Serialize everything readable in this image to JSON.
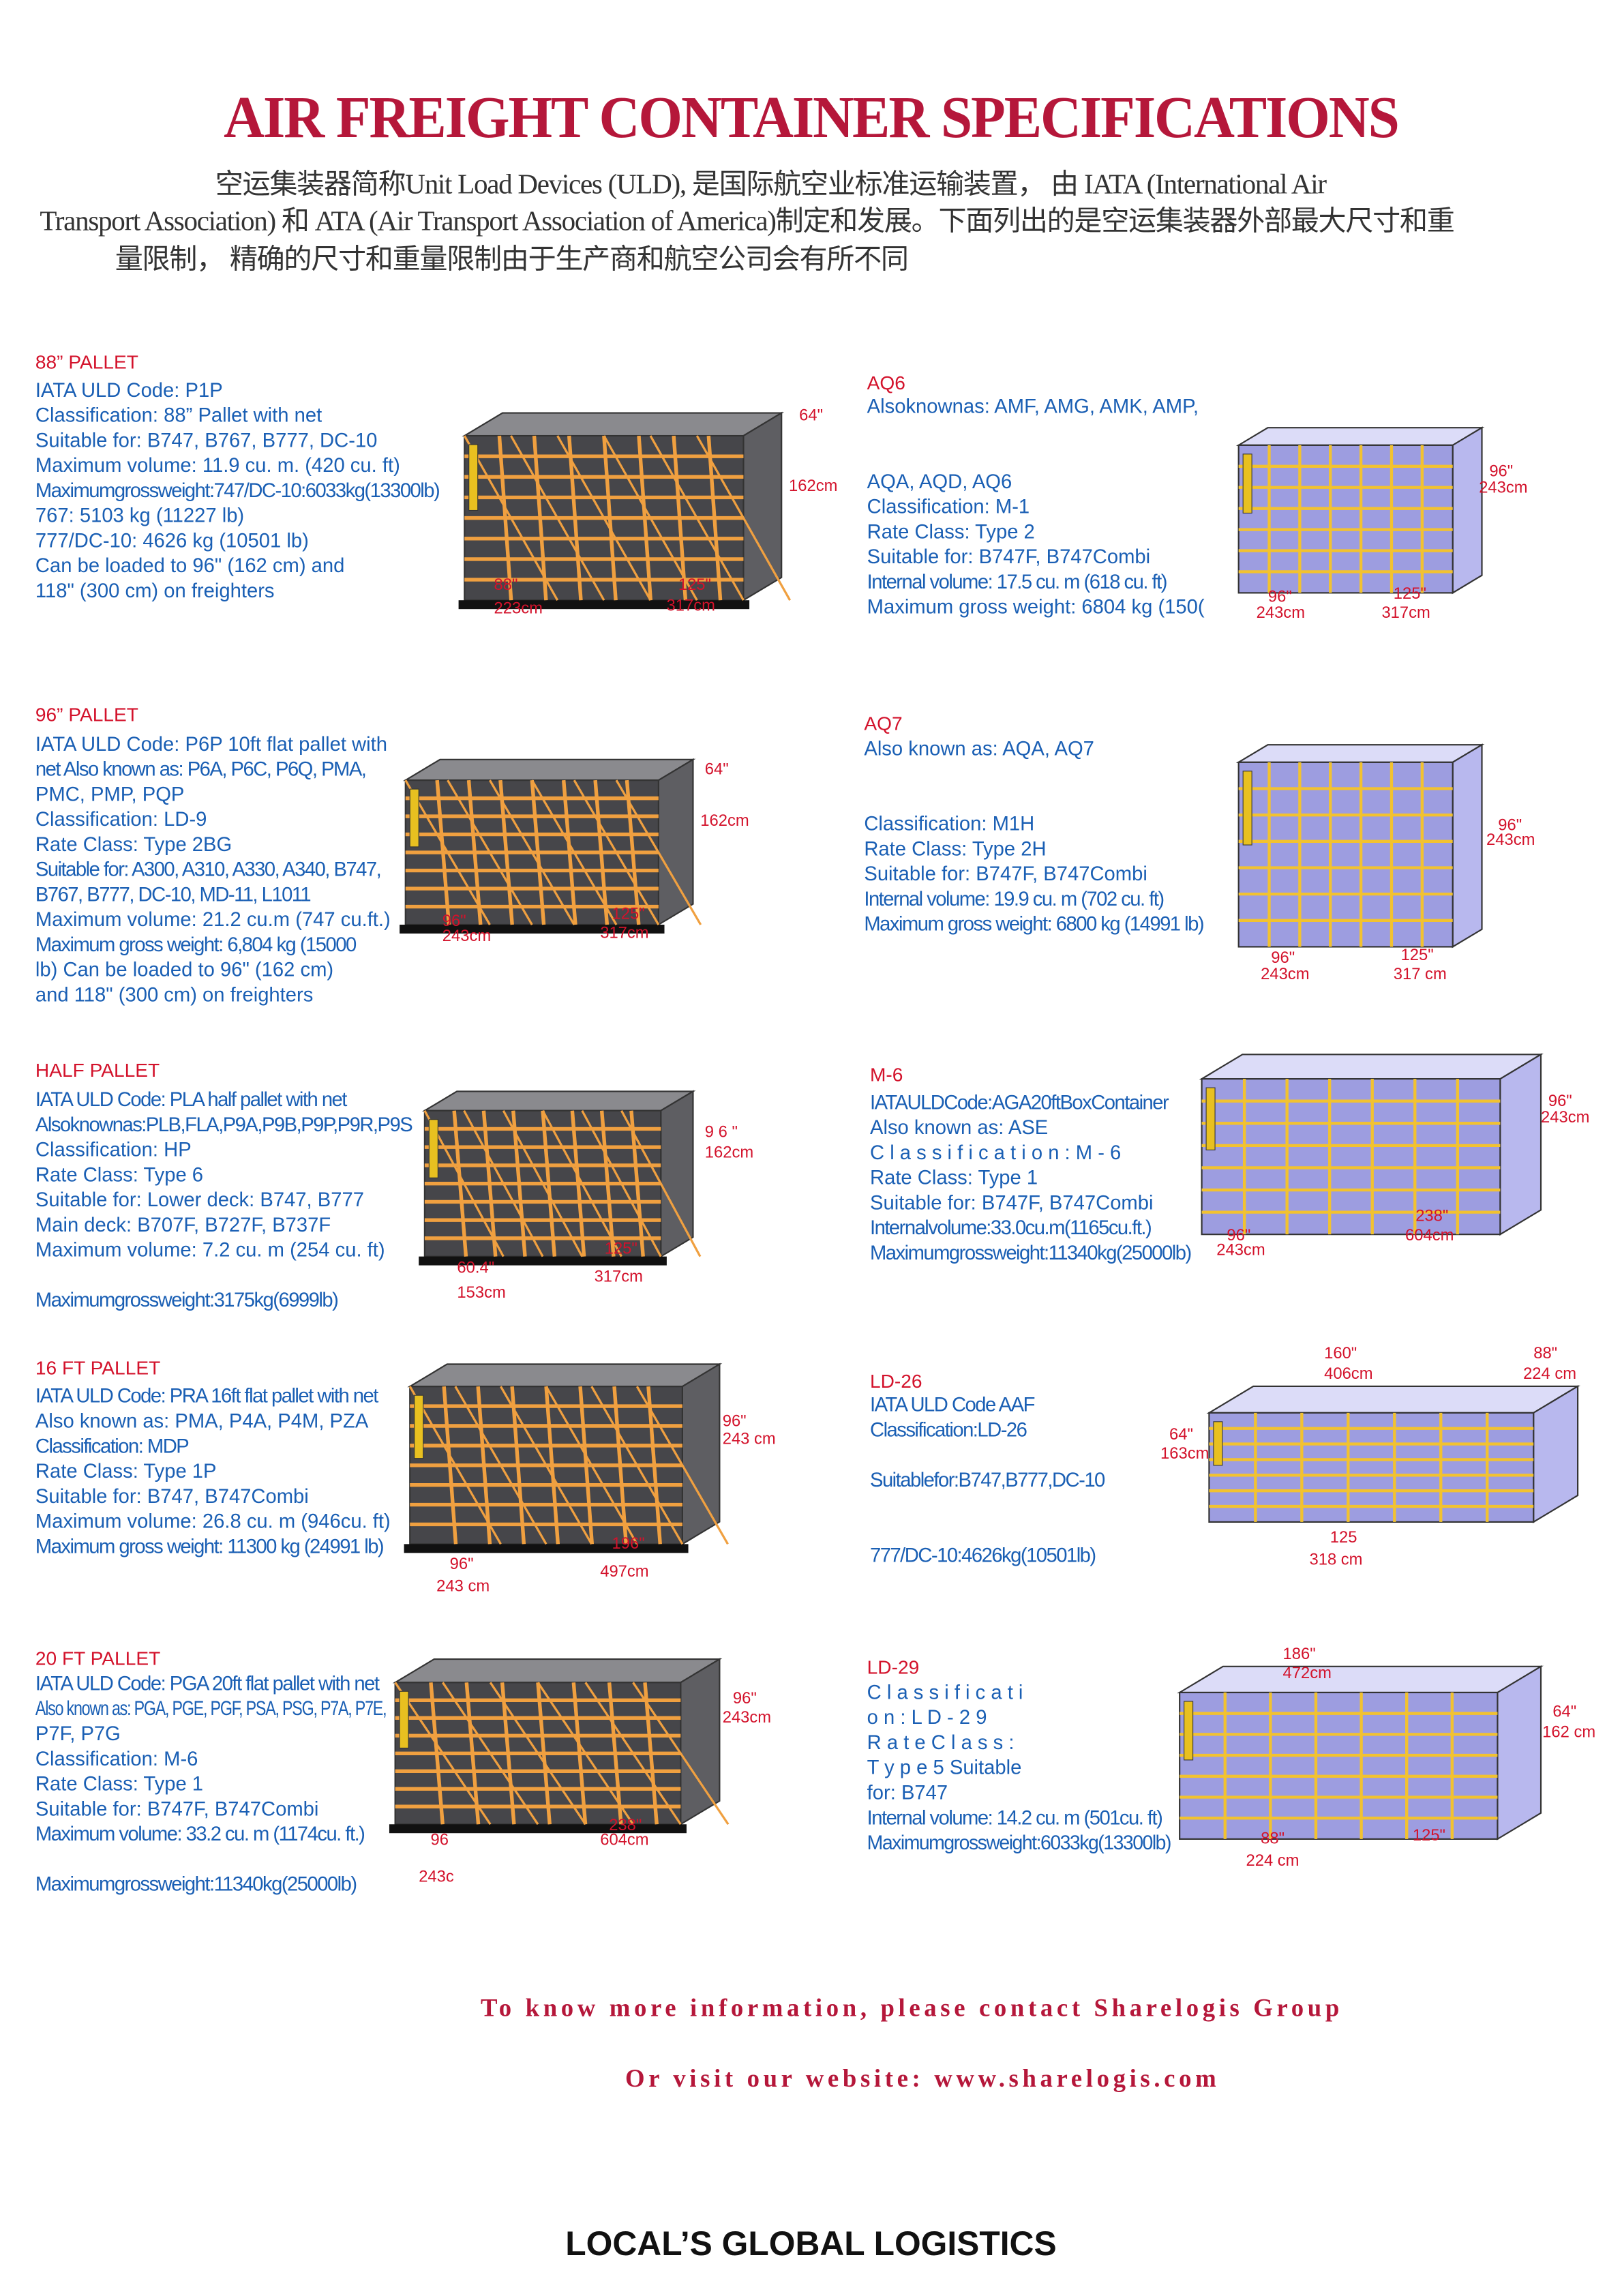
{
  "title": "AIR FREIGHT CONTAINER SPECIFICATIONS",
  "intro": [
    "空运集装器简称Unit Load Devices (ULD), 是国际航空业标准运输装置，  由 IATA (International Air",
    "Transport Association) 和  ATA (Air Transport Association of America)制定和发展。下面列出的是空运集装器外部最大尺寸和重",
    "量限制，  精确的尺寸和重量限制由于生产商和航空公司会有所不同"
  ],
  "colors": {
    "accent": "#b5173a",
    "heading": "#d3122b",
    "text": "#1a5fb4",
    "net_orange": "#f0a040",
    "net_yellow": "#f2c230"
  },
  "sections": [
    {
      "heading": "88” PALLET",
      "kind": "pallet",
      "lines": [
        "IATA ULD Code: P1P",
        "Classification: 88” Pallet with net",
        "Suitable for: B747, B767, B777, DC-10",
        "Maximum volume: 11.9 cu. m. (420 cu. ft)",
        "Maximumgrossweight:747/DC-10:6033kg(13300lb)",
        "767: 5103 kg (11227 lb)",
        "777/DC-10: 4626 kg (10501 lb)",
        "Can be loaded to 96\" (162 cm) and",
        "118\" (300 cm) on freighters"
      ],
      "labels": [
        "64\"",
        "162cm",
        "88\"",
        "223cm",
        "125\"",
        "317cm"
      ]
    },
    {
      "heading": "96” PALLET",
      "kind": "pallet",
      "lines": [
        "IATA ULD Code: P6P 10ft flat pallet with",
        "net Also known as: P6A, P6C, P6Q, PMA,",
        "PMC, PMP, PQP",
        "Classification: LD-9",
        "Rate Class: Type 2BG",
        "Suitable for: A300, A310, A330, A340, B747,",
        "B767, B777, DC-10, MD-11, L1011",
        "Maximum volume: 21.2 cu.m (747 cu.ft.)",
        "Maximum gross weight: 6,804 kg (15000",
        "lb) Can be loaded to 96\" (162 cm)",
        "and 118\" (300 cm) on freighters"
      ],
      "labels": [
        "64\"",
        "162cm",
        "96\"",
        "243cm",
        "125\"",
        "317cm"
      ]
    },
    {
      "heading": "HALF PALLET",
      "kind": "pallet",
      "lines": [
        "IATA ULD Code: PLA half pallet with net",
        "Alsoknownas:PLB,FLA,P9A,P9B,P9P,P9R,P9S",
        "Classification: HP",
        "Rate Class: Type 6",
        "Suitable for: Lower deck: B747, B777",
        "Main deck: B707F, B727F, B737F",
        "Maximum volume: 7.2 cu. m (254 cu. ft)",
        "",
        "   Maximumgrossweight:3175kg(6999lb)"
      ],
      "labels": [
        "9 6 \"",
        "162cm",
        "60.4\"",
        "153cm",
        "125\"",
        "317cm"
      ]
    },
    {
      "heading": "16 FT PALLET",
      "kind": "pallet",
      "lines": [
        "IATA ULD Code: PRA 16ft flat pallet with net",
        "Also known as: PMA, P4A, P4M, PZA",
        "Classification: MDP",
        "Rate Class: Type 1P",
        "Suitable for: B747, B747Combi",
        "Maximum volume: 26.8 cu. m (946cu. ft)",
        "Maximum gross weight: 11300 kg (24991 lb)"
      ],
      "labels": [
        "96\"",
        "243 cm",
        "96\"",
        "243 cm",
        "196\"",
        "497cm"
      ]
    },
    {
      "heading": "20 FT PALLET",
      "kind": "pallet",
      "lines": [
        "IATA ULD Code: PGA 20ft flat pallet with net",
        "Also known as: PGA, PGE, PGF, PSA, PSG, P7A, P7E,",
        "P7F, P7G",
        "Classification: M-6",
        "Rate Class: Type 1",
        "Suitable for: B747F, B747Combi",
        "Maximum volume: 33.2 cu. m (1174cu. ft.)",
        "",
        "Maximumgrossweight:11340kg(25000lb)"
      ],
      "labels": [
        "96\"",
        "243cm",
        "238\"",
        "604cm",
        "243c",
        "96"
      ]
    },
    {
      "heading": "AQ6",
      "kind": "container",
      "lines": [
        "Alsoknownas: AMF, AMG, AMK, AMP,",
        "",
        "",
        "      AQA, AQD, AQ6",
        "Classification:  M-1",
        "Rate Class: Type 2",
        "Suitable for: B747F, B747Combi",
        "Internal volume: 17.5 cu. m (618 cu. ft)",
        "Maximum gross weight: 6804 kg (150("
      ],
      "labels": [
        "96\"",
        "243cm",
        "96\"",
        "243cm",
        "125\"",
        "317cm"
      ]
    },
    {
      "heading": "AQ7",
      "kind": "container",
      "lines": [
        "Also known as: AQA, AQ7",
        "",
        "",
        "Classification: M1H",
        "Rate Class: Type 2H",
        "Suitable for: B747F, B747Combi",
        "Internal volume: 19.9 cu. m (702 cu. ft)",
        "Maximum gross weight: 6800 kg (14991 lb)"
      ],
      "labels": [
        "96\"",
        "243cm",
        "96\"",
        "243cm",
        "125\"",
        "317 cm"
      ]
    },
    {
      "heading": "M-6",
      "kind": "box",
      "lines": [
        "IATAULDCode:AGA20ftBoxContainer",
        "Also known as: ASE",
        "C l a s s i f i c a t i o n : M - 6",
        "Rate Class: Type 1",
        "Suitable for: B747F, B747Combi",
        "Internalvolume:33.0cu.m(1165cu.ft.)",
        "Maximumgrossweight:11340kg(25000lb)"
      ],
      "labels": [
        "96\"",
        "243cm",
        "96\"",
        "243cm",
        "238\"",
        "604cm"
      ]
    },
    {
      "heading": "LD-26",
      "kind": "ld",
      "lines": [
        "IATA ULD Code AAF",
        "    Classification:LD-26",
        "",
        "Suitablefor:B747,B777,DC-10",
        "",
        "",
        "  777/DC-10:4626kg(10501lb)"
      ],
      "labels": [
        "160\"",
        "406cm",
        "88\"",
        "224 cm",
        "64\"",
        "163cm",
        "125",
        "318 cm"
      ]
    },
    {
      "heading": "LD-29",
      "kind": "ld29",
      "lines": [
        "C l a s s i f i c a t i",
        "o n : L D - 2 9",
        "R a t e C l a s s :",
        "T y p e 5 Suitable",
        "for: B747",
        "Internal volume: 14.2 cu. m (501cu. ft)",
        "Maximumgrossweight:6033kg(13300lb)"
      ],
      "labels": [
        "186\"",
        "472cm",
        "64\"",
        "162 cm",
        "88\"",
        "224 cm",
        "125\""
      ]
    }
  ],
  "footer": {
    "contact": "To know more information, please contact Sharelogis Group",
    "website": "Or visit our website: www.sharelogis.com",
    "brand": "LOCAL’S GLOBAL LOGISTICS"
  }
}
